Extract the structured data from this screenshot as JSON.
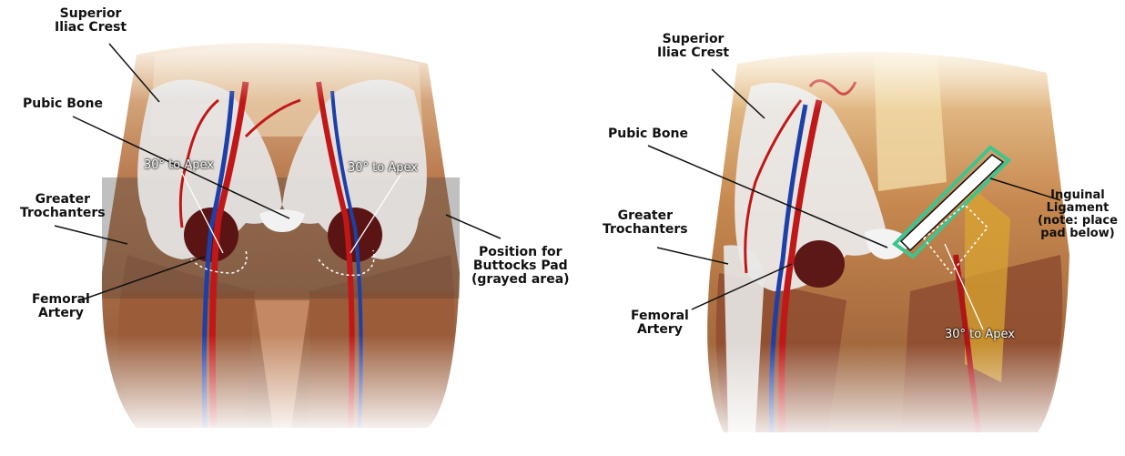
{
  "left_panel": {
    "labels": {
      "superior_iliac_crest": "Superior\nIliac Crest",
      "pubic_bone": "Pubic Bone",
      "greater_trochanters": "Greater\nTrochanters",
      "femoral_artery": "Femoral\nArtery",
      "position_buttocks_pad": "Position for\nButtocks Pad\n(grayed area)",
      "apex_left": "30° to Apex",
      "apex_right": "30° to Apex"
    }
  },
  "right_panel": {
    "labels": {
      "superior_iliac_crest": "Superior\nIliac Crest",
      "pubic_bone": "Pubic Bone",
      "greater_trochanters": "Greater\nTrochanters",
      "femoral_artery": "Femoral\nArtery",
      "inguinal_ligament": "Inguinal\nLigament\n(note: place\npad below)",
      "apex": "30° to Apex"
    }
  },
  "colors": {
    "skin": "#c98a5a",
    "muscle": "#8a4a2c",
    "bone": "#e9e9e9",
    "artery": "#c01818",
    "vein": "#1d3fa8",
    "ligament_highlight": "#3ec48f",
    "pad_gray": "#6a6a6a"
  }
}
